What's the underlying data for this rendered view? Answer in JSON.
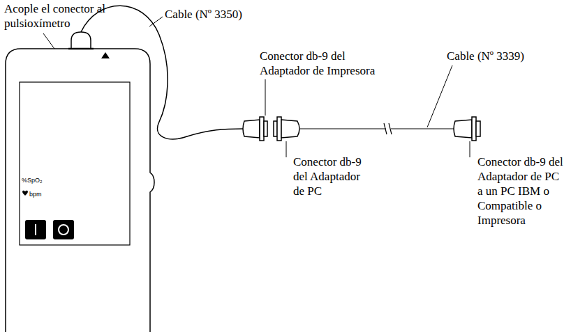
{
  "diagram": {
    "labels": [
      "Acople el conector al pulsioxímetro",
      "Cable (Nº 3350)",
      "Conector db-9 del Adaptador de Impresora",
      "Cable (Nº 3339)",
      "Conector db-9 del Adaptador de PC",
      "Conector db-9 del Adaptador de PC a un PC IBM o Compatible o Impresora",
      "%SpO₂",
      "bpm"
    ]
  }
}
